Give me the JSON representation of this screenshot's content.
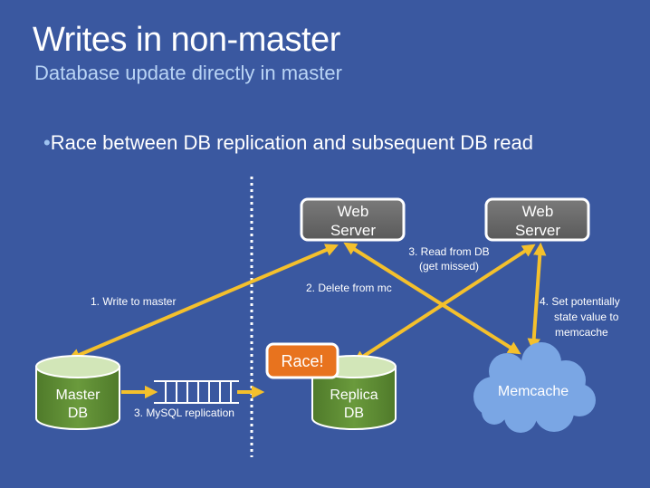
{
  "slide": {
    "title": "Writes in non-master",
    "subtitle": "Database update directly in master",
    "bullet": "Race between DB replication and subsequent DB read"
  },
  "diagram": {
    "web_server_1": [
      "Web",
      "Server"
    ],
    "web_server_2": [
      "Web",
      "Server"
    ],
    "master_db": [
      "Master",
      "DB"
    ],
    "replica_db": [
      "Replica",
      "DB"
    ],
    "memcache": "Memcache",
    "race_badge": "Race!",
    "edges": {
      "write_to_master": "1. Write to master",
      "delete_from_mc": "2. Delete from mc",
      "read_from_db": [
        "3. Read from DB",
        "(get missed)"
      ],
      "mysql_replication": "3. MySQL replication",
      "set_memcache": [
        "4. Set potentially",
        "state value to",
        "memcache"
      ]
    }
  },
  "colors": {
    "background": "#3a58a0",
    "arrow": "#f4c02c",
    "db_fill": "#5d8b33",
    "db_top": "#cfe3b6",
    "server_fill": "#6f6f6f",
    "race_fill": "#e8731e",
    "cloud_fill": "#7aa6e4"
  }
}
